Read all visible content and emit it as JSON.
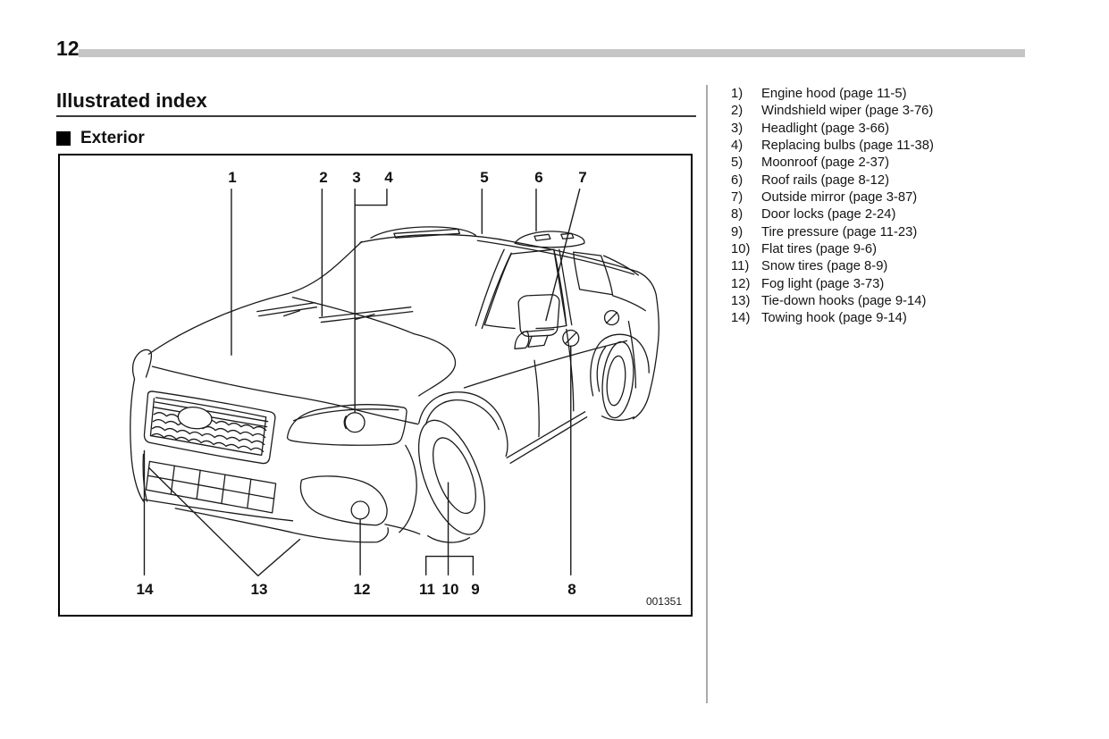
{
  "page": {
    "number": "12",
    "figure_code": "001351"
  },
  "header": {
    "title": "Illustrated index",
    "section": "Exterior"
  },
  "index": {
    "items": [
      {
        "num": "1)",
        "label": "Engine hood",
        "page_ref": "(page 11-5)"
      },
      {
        "num": "2)",
        "label": "Windshield wiper",
        "page_ref": "(page 3-76)"
      },
      {
        "num": "3)",
        "label": "Headlight",
        "page_ref": "(page 3-66)"
      },
      {
        "num": "4)",
        "label": "Replacing bulbs",
        "page_ref": "(page 11-38)"
      },
      {
        "num": "5)",
        "label": "Moonroof",
        "page_ref": "(page 2-37)"
      },
      {
        "num": "6)",
        "label": "Roof rails",
        "page_ref": "(page 8-12)"
      },
      {
        "num": "7)",
        "label": "Outside mirror",
        "page_ref": "(page 3-87)"
      },
      {
        "num": "8)",
        "label": "Door locks",
        "page_ref": "(page 2-24)"
      },
      {
        "num": "9)",
        "label": "Tire pressure",
        "page_ref": "(page 11-23)"
      },
      {
        "num": "10)",
        "label": "Flat tires",
        "page_ref": "(page 9-6)"
      },
      {
        "num": "11)",
        "label": "Snow tires",
        "page_ref": "(page 8-9)"
      },
      {
        "num": "12)",
        "label": "Fog light",
        "page_ref": "(page 3-73)"
      },
      {
        "num": "13)",
        "label": "Tie-down hooks",
        "page_ref": "(page 9-14)"
      },
      {
        "num": "14)",
        "label": "Towing hook",
        "page_ref": "(page 9-14)"
      }
    ]
  },
  "figure": {
    "callouts": [
      "1",
      "2",
      "3",
      "4",
      "5",
      "6",
      "7",
      "8",
      "9",
      "10",
      "11",
      "12",
      "13",
      "14"
    ]
  }
}
